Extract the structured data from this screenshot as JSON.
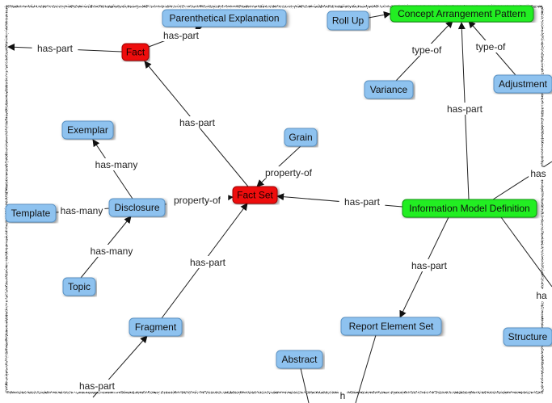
{
  "colors": {
    "blue_fill": "#8ec2ef",
    "blue_stroke": "#5b93c4",
    "red_fill": "#ee1111",
    "red_stroke": "#a00000",
    "green_fill": "#22ee22",
    "green_stroke": "#119911",
    "edge": "#222222",
    "edge_label_bg": "#ffffff"
  },
  "nodes": {
    "parenthetical_explanation": "Parenthetical Explanation",
    "roll_up": "Roll Up",
    "concept_arrangement_pattern": "Concept Arrangement Pattern",
    "fact": "Fact",
    "variance": "Variance",
    "adjustment": "Adjustment",
    "exemplar": "Exemplar",
    "grain": "Grain",
    "fact_set": "Fact Set",
    "template": "Template",
    "disclosure": "Disclosure",
    "information_model_definition": "Information Model Definition",
    "topic": "Topic",
    "fragment": "Fragment",
    "report_element_set": "Report Element Set",
    "structure": "Structure",
    "abstract": "Abstract"
  },
  "edge_labels": {
    "fact_offscreen": "has-part",
    "fact_parenthetical": "has-part",
    "variance_cap": "type-of",
    "adjustment_cap": "type-of",
    "imd_cap": "has-part",
    "factset_fact": "has-part",
    "disclosure_exemplar": "has-many",
    "grain_factset": "property-of",
    "disclosure_factset": "property-of",
    "disclosure_template": "has-many",
    "imd_factset": "has-part",
    "topic_disclosure": "has-many",
    "imd_res": "has-part",
    "fragment_factset": "has-part",
    "bottom_fragment": "has-part",
    "imd_right_upper": "has",
    "imd_right_lower": "ha",
    "res_bottom": "h"
  }
}
